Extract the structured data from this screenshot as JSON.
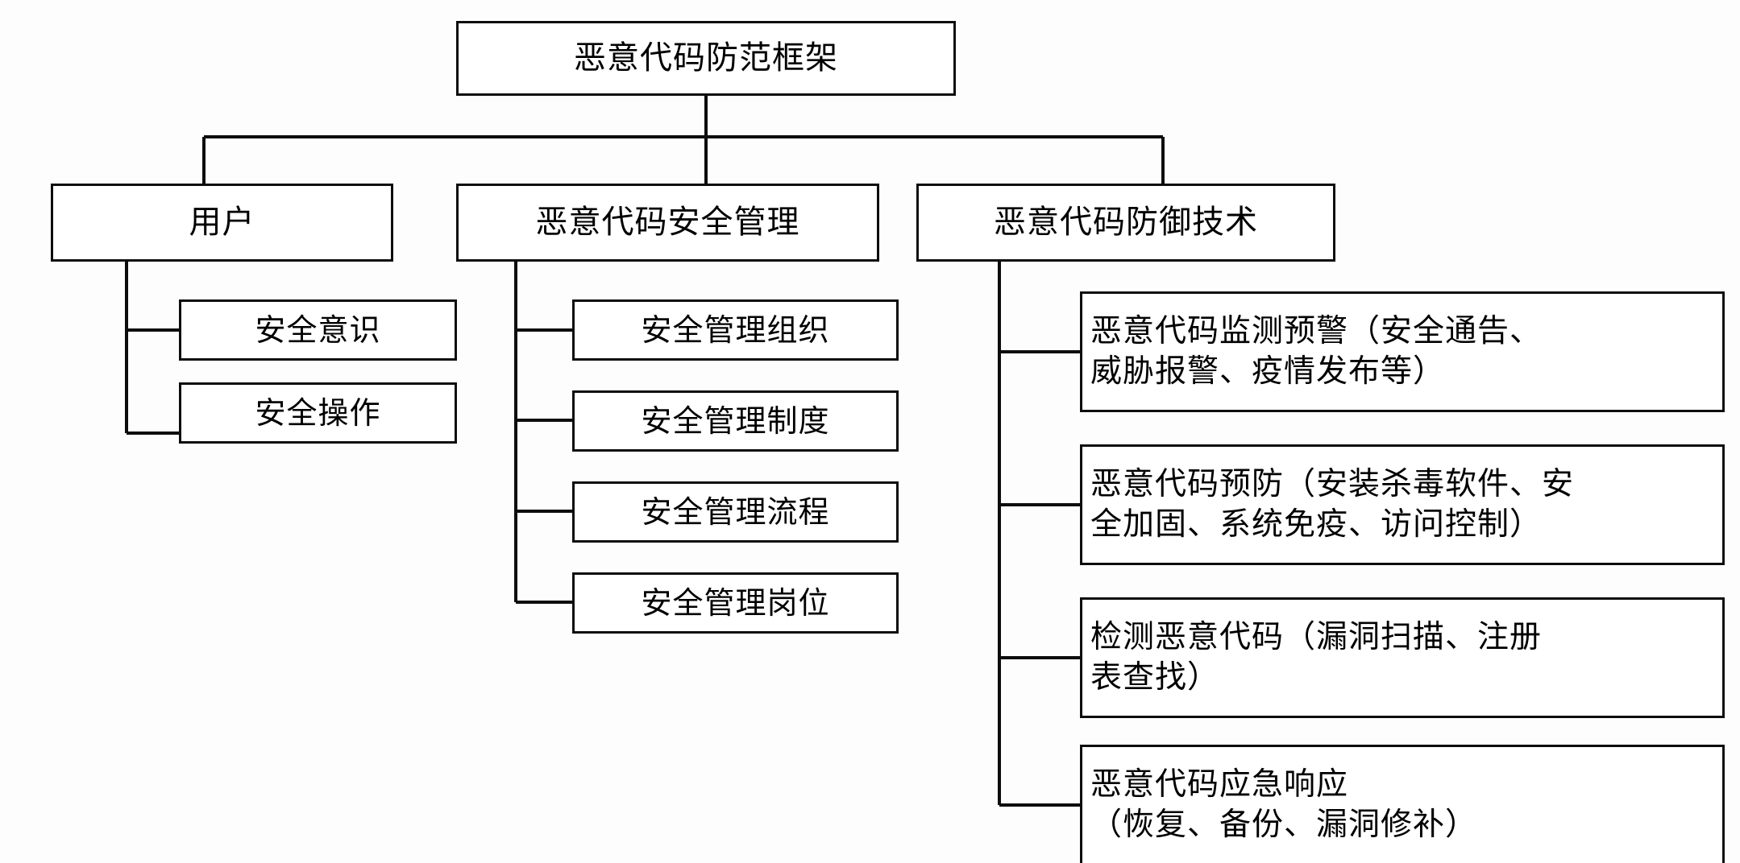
{
  "diagram": {
    "type": "tree",
    "title": "恶意代码防范框架",
    "orientation": "top-down-then-right",
    "line_color": "#0d0d0d",
    "box_fill": "#ffffff",
    "root": {
      "id": "root",
      "label": "恶意代码防范框架"
    },
    "branches": [
      {
        "id": "user",
        "label": "用户",
        "children": [
          {
            "id": "user-awareness",
            "label": "安全意识"
          },
          {
            "id": "user-operation",
            "label": "安全操作"
          }
        ]
      },
      {
        "id": "management",
        "label": "恶意代码安全管理",
        "children": [
          {
            "id": "mgmt-org",
            "label": "安全管理组织"
          },
          {
            "id": "mgmt-system",
            "label": "安全管理制度"
          },
          {
            "id": "mgmt-process",
            "label": "安全管理流程"
          },
          {
            "id": "mgmt-post",
            "label": "安全管理岗位"
          }
        ]
      },
      {
        "id": "defense",
        "label": "恶意代码防御技术",
        "children": [
          {
            "id": "def-monitor",
            "label": "恶意代码监测预警（安全通告、\n威胁报警、疫情发布等）"
          },
          {
            "id": "def-prevent",
            "label": "恶意代码预防（安装杀毒软件、安\n全加固、系统免疫、访问控制）"
          },
          {
            "id": "def-detect",
            "label": "检测恶意代码（漏洞扫描、注册\n表查找）"
          },
          {
            "id": "def-response",
            "label": "恶意代码应急响应\n（恢复、备份、漏洞修补）"
          }
        ]
      }
    ]
  }
}
